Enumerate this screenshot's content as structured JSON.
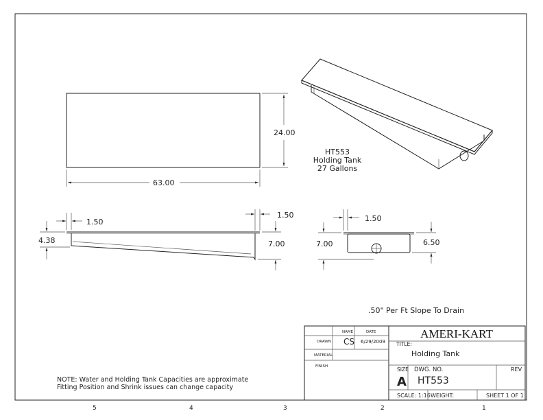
{
  "zones": [
    "5",
    "4",
    "3",
    "2",
    "1"
  ],
  "dimensions": {
    "top_height": "24.00",
    "top_width": "63.00",
    "side_left_inset": "1.50",
    "side_right_inset": "1.50",
    "side_left_depth": "4.38",
    "side_right_depth": "7.00",
    "end_inset": "1.50",
    "end_depth": "7.00",
    "end_inner_depth": "6.50"
  },
  "part_label": {
    "line1": "HT553",
    "line2": "Holding Tank",
    "line3": "27 Gallons"
  },
  "slope_note": ".50\" Per Ft Slope To Drain",
  "note": {
    "line1": "NOTE: Water and Holding Tank Capacities are approximate",
    "line2": "Fitting Position and Shrink issues can change capacity"
  },
  "title_block": {
    "name_header": "NAME",
    "date_header": "DATE",
    "drawn_label": "DRAWN",
    "drawn_name": "CS",
    "drawn_date": "6/29/2009",
    "material_label": "MATERIAL",
    "finish_label": "FINISH",
    "company": "AMERI-KART",
    "title_label": "TITLE:",
    "title": "Holding Tank",
    "size_label": "SIZE",
    "size": "A",
    "dwg_no_label": "DWG. NO.",
    "dwg_no": "HT553",
    "rev_label": "REV",
    "scale": "SCALE: 1:16",
    "weight": "WEIGHT:",
    "sheet": "SHEET 1 OF 1"
  }
}
